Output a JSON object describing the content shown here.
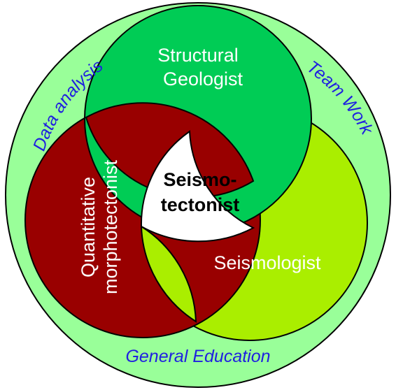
{
  "diagram": {
    "ring_labels": {
      "top_left": "Data analysis",
      "top_right": "Team Work",
      "bottom": "General Education"
    },
    "circles": {
      "top": {
        "line1": "Structural",
        "line2": "Geologist",
        "color": "#00cc55"
      },
      "left": {
        "line1": "Quantitative",
        "line2": "morphotectonist",
        "color": "#990000"
      },
      "right": {
        "line1": "Seismologist",
        "color": "#aaee00"
      }
    },
    "center": {
      "line1": "Seismo-",
      "line2": "tectonist",
      "color": "#ffffff"
    },
    "outer_ring_color": "#99ff99",
    "ring_text_color": "#1f1fe0"
  }
}
